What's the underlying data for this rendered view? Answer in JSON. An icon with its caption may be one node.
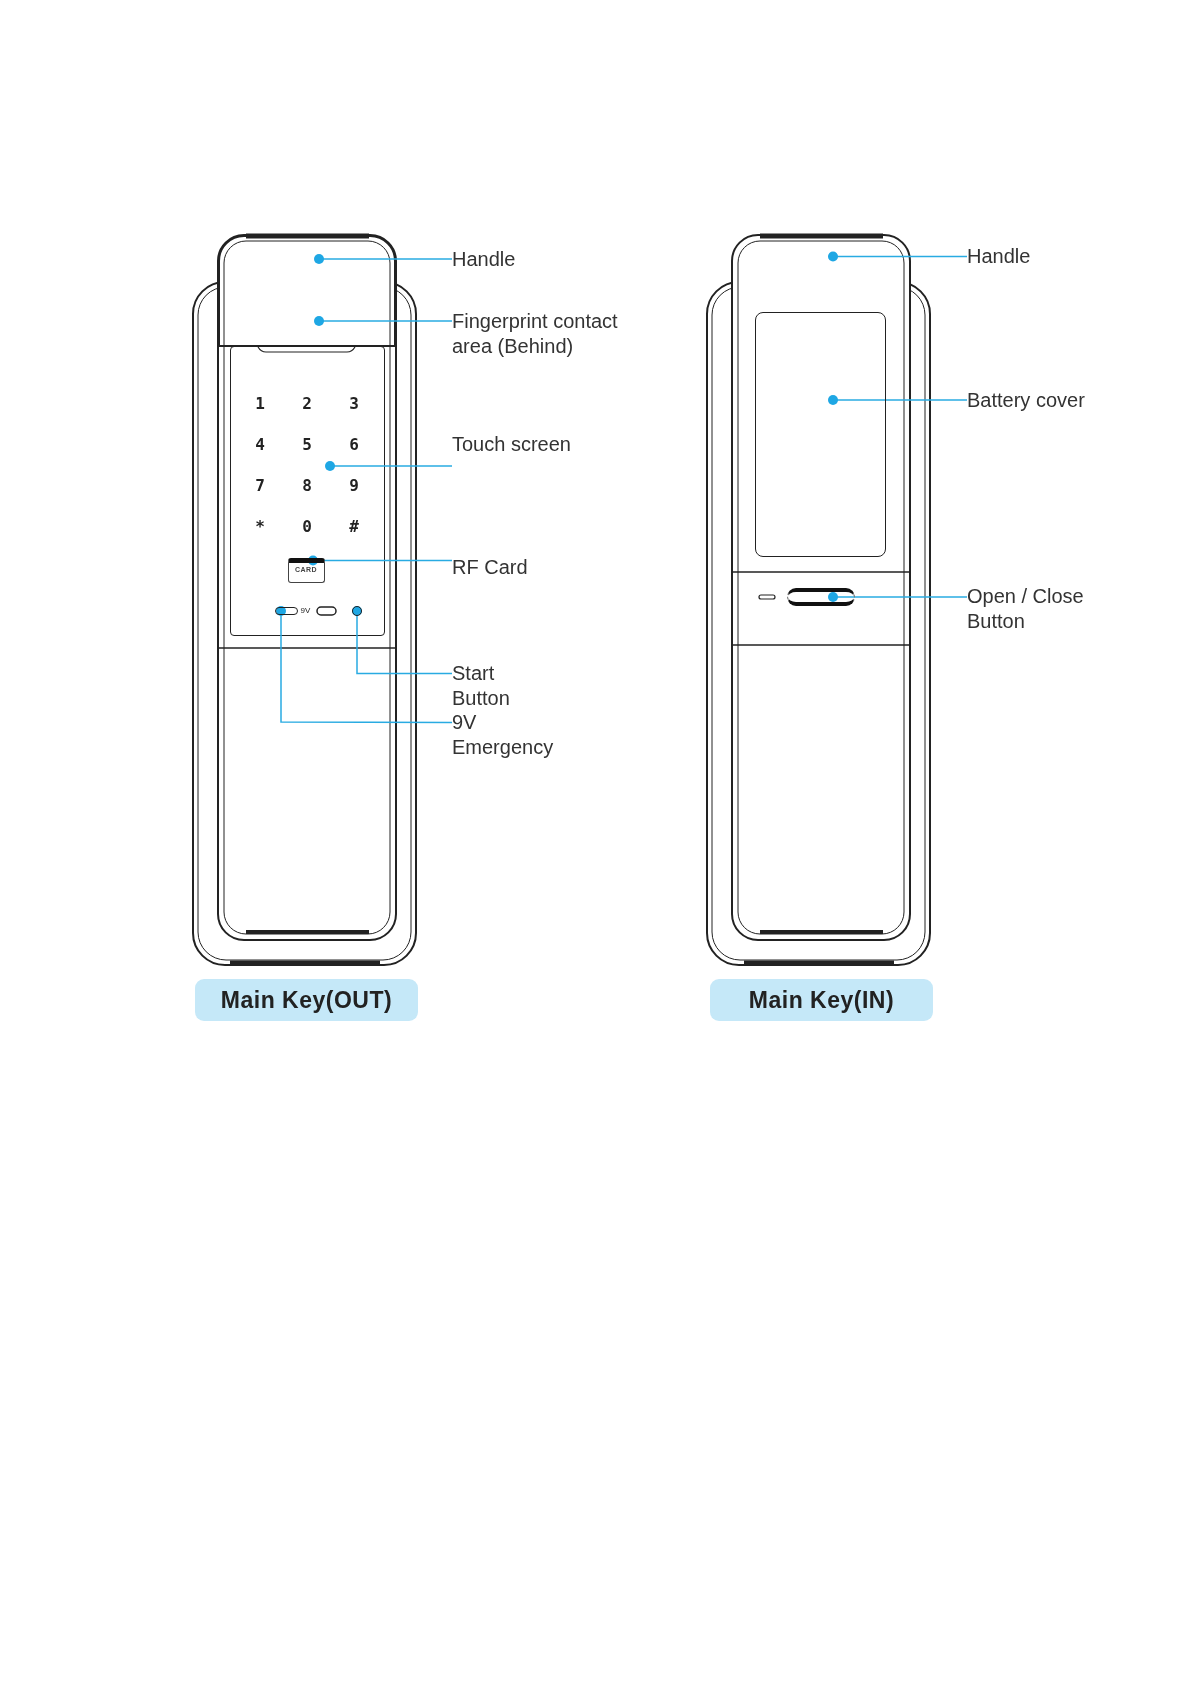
{
  "diagram": {
    "nodes": [
      {
        "text": [
          "Handle"
        ]
      },
      {
        "text": [
          "Fingerprint contact area (Behind)"
        ]
      },
      {
        "text": [
          "Touch screen"
        ]
      },
      {
        "text": [
          "RF Card"
        ]
      },
      {
        "text": [
          "Start Button"
        ]
      },
      {
        "text": [
          "9V Emergency"
        ]
      },
      {
        "text": [
          "Handle"
        ]
      },
      {
        "text": [
          "Battery cover"
        ]
      },
      {
        "text": [
          "Open / Close Button"
        ]
      },
      {
        "text": [],
        "shape": "box"
      },
      {
        "text": [
          "CARD"
        ],
        "in": 9
      },
      {
        "text": [],
        "shape": "circle",
        "in": 9
      },
      {
        "text": [],
        "shape": "box",
        "in": 9,
        "beside": [
          "9V"
        ]
      },
      {
        "text": [],
        "shape": "box"
      },
      {
        "text": [],
        "shape": "box"
      },
      {
        "text": [],
        "shape": "box"
      },
      {
        "text": [
          "Main Key(OUT)"
        ]
      },
      {
        "text": [
          "Main Key(IN)"
        ]
      }
    ],
    "edges": [
      {
        "from": 0,
        "to": 15,
        "arrow": "other"
      },
      {
        "from": 1,
        "to": 15,
        "arrow": "other"
      },
      {
        "from": 2,
        "to": 9,
        "arrow": "other"
      },
      {
        "from": 3,
        "to": 10,
        "arrow": "other"
      },
      {
        "from": 4,
        "to": 11,
        "arrow": "other"
      },
      {
        "from": 5,
        "to": 12,
        "arrow": "other"
      },
      {
        "from": 6,
        "to": null,
        "arrow": "other"
      },
      {
        "from": 7,
        "to": 13,
        "arrow": "other"
      },
      {
        "from": 8,
        "to": 14,
        "arrow": "other"
      }
    ],
    "labels": [
      "1",
      "2",
      "3",
      "4",
      "5",
      "6",
      "7",
      "8",
      "9",
      "*",
      "0",
      "#"
    ]
  }
}
